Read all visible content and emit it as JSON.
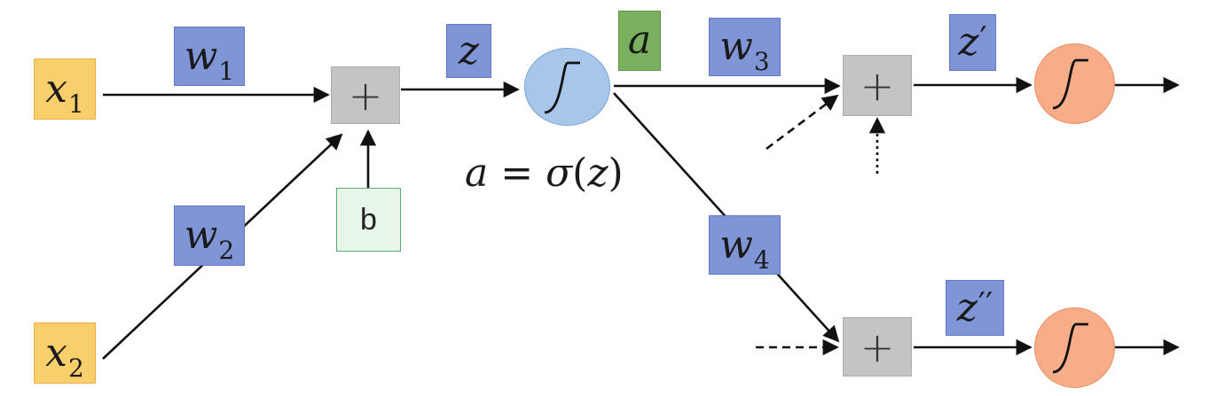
{
  "inputs": {
    "x1": {
      "symbol": "x",
      "subscript": "1"
    },
    "x2": {
      "symbol": "x",
      "subscript": "2"
    }
  },
  "weights": {
    "w1": {
      "symbol": "w",
      "subscript": "1"
    },
    "w2": {
      "symbol": "w",
      "subscript": "2"
    },
    "w3": {
      "symbol": "w",
      "subscript": "3"
    },
    "w4": {
      "symbol": "w",
      "subscript": "4"
    }
  },
  "bias": {
    "label": "b"
  },
  "summations": {
    "symbol": "+"
  },
  "pre_activations": {
    "z": {
      "symbol": "z"
    },
    "z_prime": {
      "symbol": "z",
      "prime": "′"
    },
    "z_double_prime": {
      "symbol": "z",
      "prime": "′′"
    }
  },
  "activation_output": {
    "symbol": "a"
  },
  "activation_equation": {
    "lhs": "a",
    "equals": "=",
    "func": "σ",
    "open": "(",
    "arg": "z",
    "close": ")"
  },
  "colors": {
    "input_fill": "#f9cf6b",
    "weight_fill": "#7f95d6",
    "sum_fill": "#c4c4c4",
    "bias_fill": "#e8f6ea",
    "activation_label_fill": "#79b15e",
    "hidden_node_fill": "#a7c6ea",
    "output_node_fill": "#f6ad88"
  },
  "icons": {
    "neuron_activation": "sigmoid-curve-icon",
    "connection": "arrow-icon"
  }
}
